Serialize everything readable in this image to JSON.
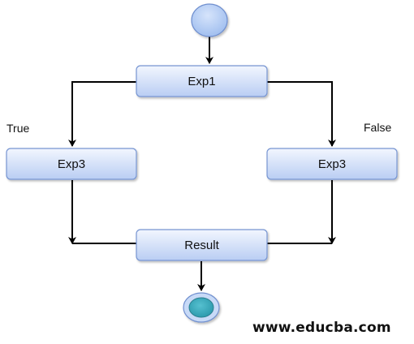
{
  "diagram": {
    "nodes": {
      "exp1": "Exp1",
      "exp3_left": "Exp3",
      "exp3_right": "Exp3",
      "result": "Result"
    },
    "branch_labels": {
      "true": "True",
      "false": "False"
    },
    "colors": {
      "box_top": "#eef3fd",
      "box_bottom": "#bcd0f4",
      "box_border": "#6f8fcf",
      "start_fill": "#a9c4f2",
      "end_fill": "#3aa6b9",
      "line": "#000000"
    }
  },
  "watermark": "www.educba.com"
}
